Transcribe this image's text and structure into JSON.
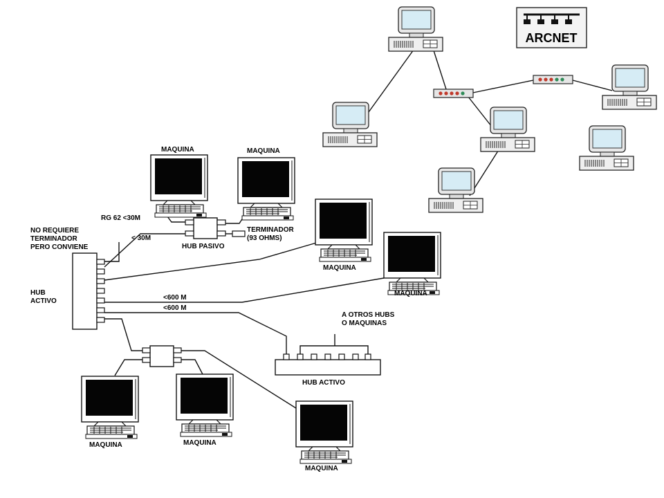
{
  "arcnet_diagram": {
    "logo_text": "ARCNET",
    "monitor_screen_color": "#d6ecf5",
    "led_colors": [
      "#c0392b",
      "#2e8b57"
    ]
  },
  "hub_diagram": {
    "labels": {
      "maquina": "MAQUINA",
      "rg62": "RG 62  <30M",
      "less30": "< 30M",
      "no_requiere_1": "NO REQUIERE",
      "no_requiere_2": "TERMINADOR",
      "no_requiere_3": "PERO CONVIENE",
      "hub_activo_1": "HUB",
      "hub_activo_2": "ACTIVO",
      "hub_pasivo": "HUB PASIVO",
      "terminador_1": "TERMINADOR",
      "terminador_2": "(93 OHMS)",
      "less600_a": "<600 M",
      "less600_b": "<600 M",
      "otros_1": "A OTROS HUBS",
      "otros_2": "O MAQUINAS",
      "hub_activo_bottom": "HUB ACTIVO"
    }
  }
}
